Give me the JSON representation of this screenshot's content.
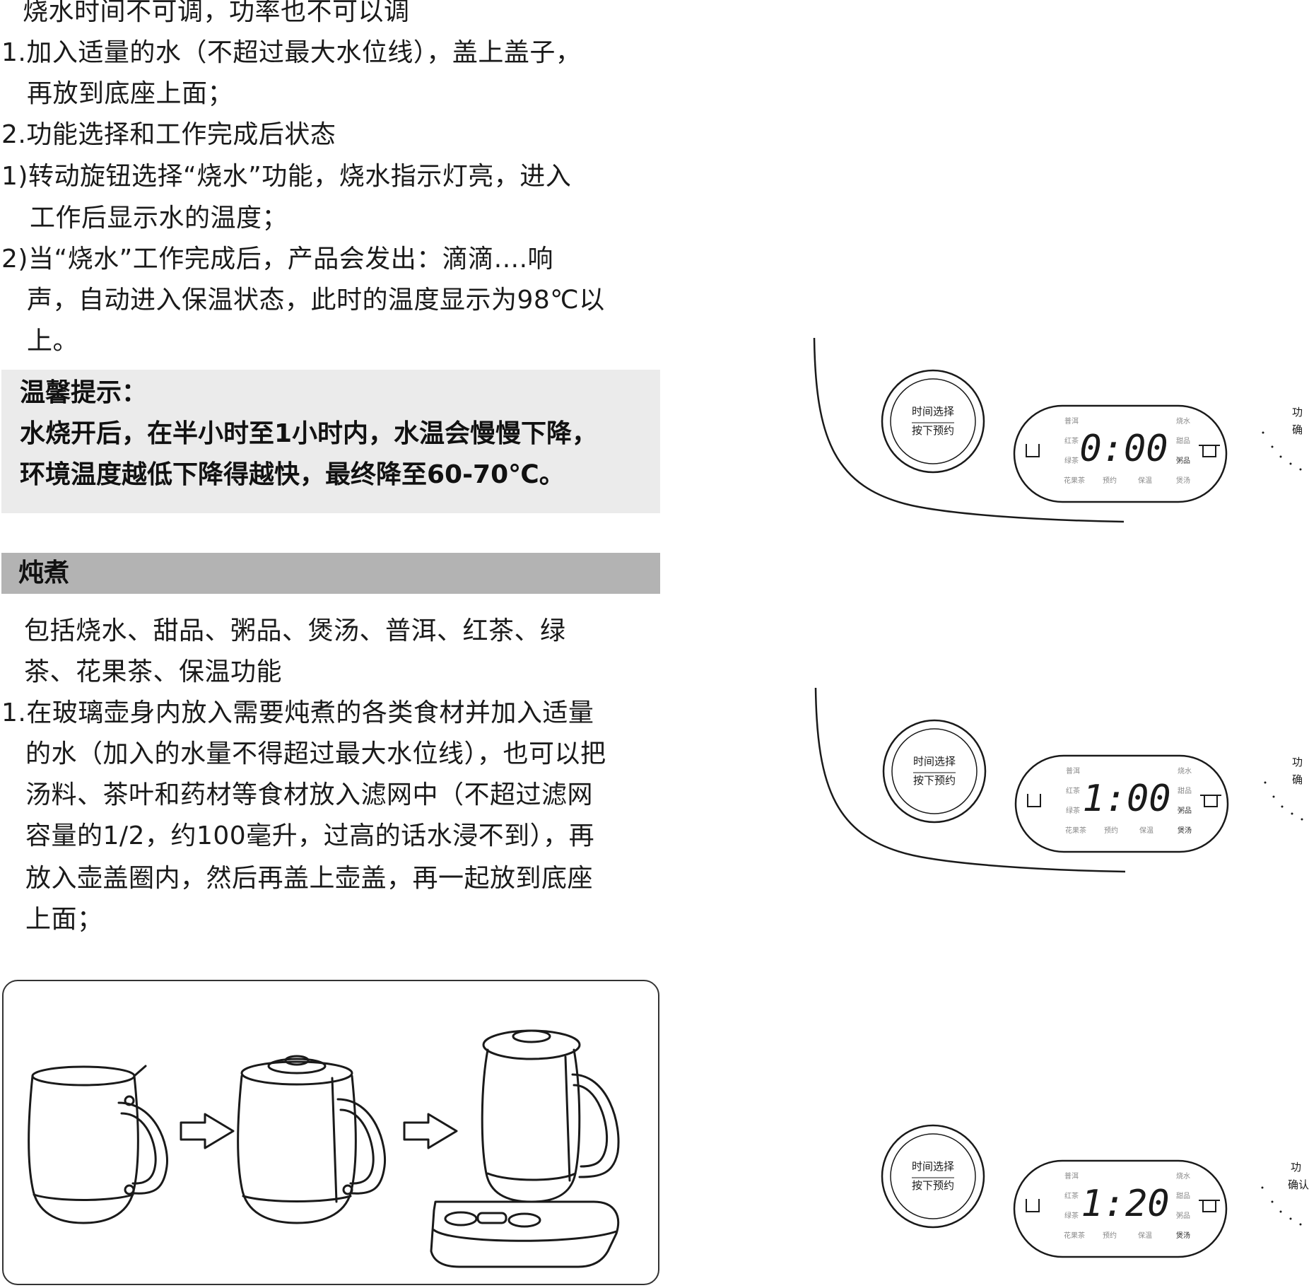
{
  "instructions": {
    "lines": [
      "烧水时间不可调，功率也不可以调",
      "1.加入适量的水（不超过最大水位线），盖上盖子，",
      "再放到底座上面；",
      "2.功能选择和工作完成后状态",
      "1)转动旋钮选择“烧水”功能，烧水指示灯亮，进入",
      "工作后显示水的温度；",
      "2)当“烧水”工作完成后，产品会发出：滴滴....响",
      "声，自动进入保温状态，此时的温度显示为98℃以",
      "上。"
    ]
  },
  "tip": {
    "title": "温馨提示：",
    "line1": "水烧开后，在半小时至1小时内，水温会慢慢下降，",
    "line2": "环境温度越低下降得越快，最终降至60-70℃。"
  },
  "section": {
    "title": "炖煮",
    "lines": [
      "包括烧水、甜品、粥品、煲汤、普洱、红茶、绿",
      "茶、花果茶、保温功能",
      "1.在玻璃壶身内放入需要炖煮的各类食材并加入适量",
      "的水（加入的水量不得超过最大水位线），也可以把",
      "汤料、茶叶和药材等食材放入滤网中（不超过滤网",
      "容量的1/2，约100毫升，过高的话水浸不到），再",
      "放入壶盖圈内，然后再盖上壶盖，再一起放到底座",
      "上面；"
    ]
  },
  "panels": [
    {
      "display": "0:00",
      "knob_line1": "时间选择",
      "knob_line2": "按下预约",
      "labels_left": [
        "普洱",
        "红茶",
        "绿茶"
      ],
      "labels_right": [
        "烧水",
        "甜品",
        "粥品"
      ],
      "labels_bottom": [
        "花果茶",
        "预约",
        "保温",
        "煲汤"
      ],
      "side_text": [
        "功",
        "确"
      ]
    },
    {
      "display": "1:00",
      "knob_line1": "时间选择",
      "knob_line2": "按下预约",
      "labels_left": [
        "普洱",
        "红茶",
        "绿茶"
      ],
      "labels_right": [
        "烧水",
        "甜品",
        "粥品"
      ],
      "labels_bottom": [
        "花果茶",
        "预约",
        "保温",
        "煲汤"
      ],
      "side_text": [
        "功",
        "确"
      ]
    },
    {
      "display": "1:20",
      "knob_line1": "时间选择",
      "knob_line2": "按下预约",
      "labels_left": [
        "普洱",
        "红茶",
        "绿茶"
      ],
      "labels_right": [
        "烧水",
        "甜品",
        "粥品"
      ],
      "labels_bottom": [
        "花果茶",
        "预约",
        "保温",
        "煲汤"
      ],
      "side_text": [
        "功",
        "确认"
      ]
    }
  ]
}
